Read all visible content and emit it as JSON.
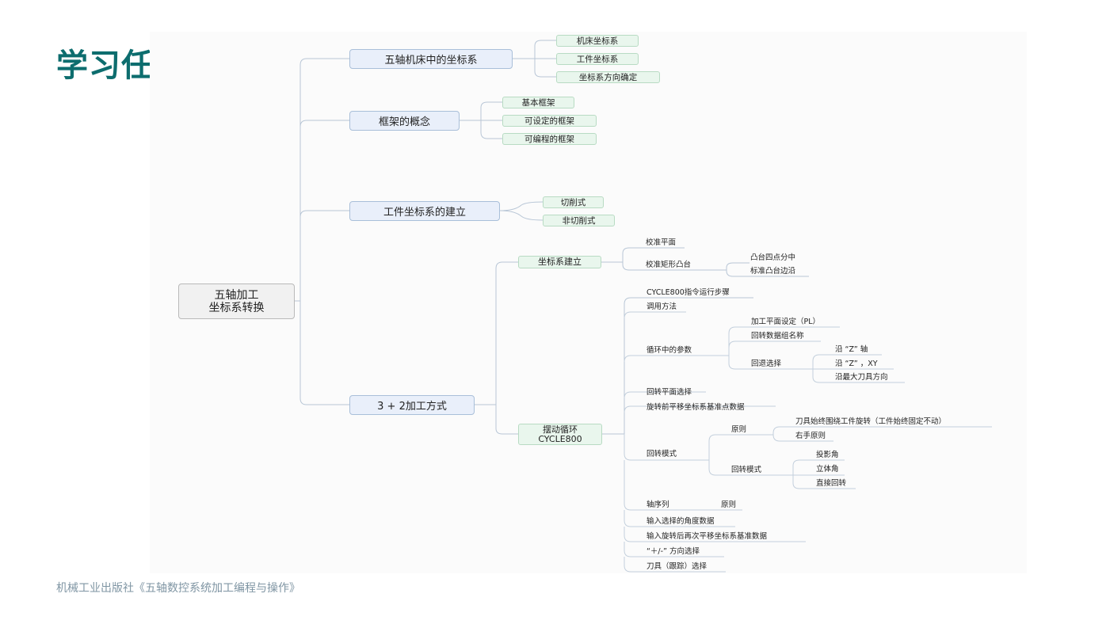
{
  "title": "学习任务",
  "footer": "机械工业出版社《五轴数控系统加工编程与操作》",
  "mindmap": {
    "root": [
      "五轴加工",
      "坐标系转换"
    ],
    "branches": [
      {
        "label": "五轴机床中的坐标系",
        "children": [
          "机床坐标系",
          "工件坐标系",
          "坐标系方向确定"
        ]
      },
      {
        "label": "框架的概念",
        "children": [
          "基本框架",
          "可设定的框架",
          "可编程的框架"
        ]
      },
      {
        "label": "工件坐标系的建立",
        "children": [
          "切削式",
          "非切削式"
        ]
      },
      {
        "label": "3 + 2加工方式"
      }
    ],
    "coord_setup": {
      "label": "坐标系建立",
      "calib_plane": "校准平面",
      "calib_rect": "校准矩形凸台",
      "rect_children": [
        "凸台四点分中",
        "标准凸台边沿"
      ]
    },
    "cycle800": {
      "label": [
        "摆动循环",
        "CYCLE800"
      ],
      "steps": "CYCLE800指令运行步骤",
      "call": "调用方法",
      "params": "循环中的参数",
      "params_children": [
        "加工平面设定（PL）",
        "回转数据组名称",
        "回退选择"
      ],
      "retract_children": [
        "沿 “Z” 轴",
        "沿 “Z” ，XY",
        "沿最大刀具方向"
      ],
      "plane_select": "回转平面选择",
      "pre_shift": "旋转前平移坐标系基准点数据",
      "rot_mode": "回转模式",
      "principle": "原则",
      "principle_children": [
        "刀具始终围绕工件旋转（工件始终固定不动）",
        "右手原则"
      ],
      "rot_mode2": "回转模式",
      "rot_mode2_children": [
        "投影角",
        "立体角",
        "直接回转"
      ],
      "axis_seq": "轴序列",
      "axis_seq_child": "原则",
      "input_angle": "输入选择的角度数据",
      "input_after": "输入旋转后再次平移坐标系基准数据",
      "dir_select": "“＋/-” 方向选择",
      "tool_track": "刀具（跟踪）选择"
    }
  }
}
